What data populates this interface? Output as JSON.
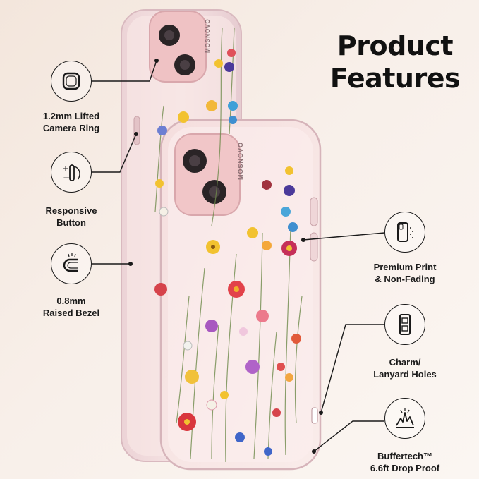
{
  "title": {
    "line1": "Product",
    "line2": "Features"
  },
  "features": [
    {
      "line1": "1.2mm Lifted",
      "line2": "Camera Ring",
      "icon": "camera-ring-icon"
    },
    {
      "line1": "Responsive",
      "line2": "Button",
      "icon": "button-icon"
    },
    {
      "line1": "0.8mm",
      "line2": "Raised Bezel",
      "icon": "bezel-icon"
    },
    {
      "line1": "Premium Print",
      "line2": "& Non-Fading",
      "icon": "phone-print-icon"
    },
    {
      "line1": "Charm/",
      "line2": "Lanyard Holes",
      "icon": "lanyard-hole-icon"
    },
    {
      "line1": "Buffertech™",
      "line2": "6.6ft Drop Proof",
      "icon": "drop-proof-icon"
    }
  ],
  "brand": {
    "logo_text": "MOSNOVO"
  },
  "colors": {
    "phone_pink": "#f2c9c6",
    "accent_line": "#1a1a1a"
  }
}
